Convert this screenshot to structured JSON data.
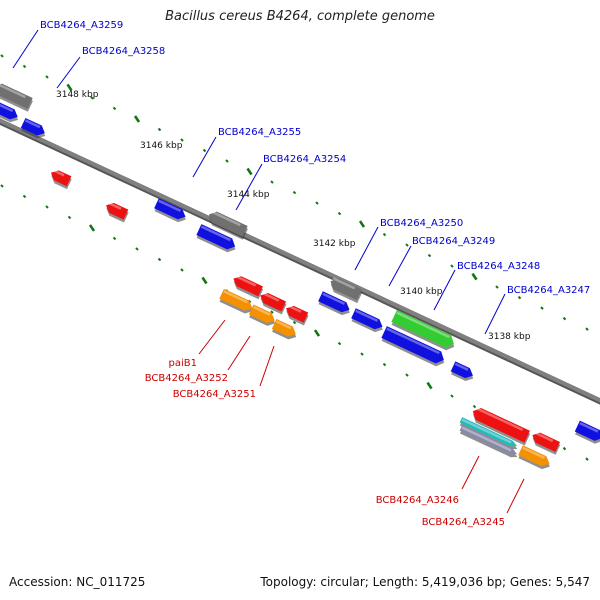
{
  "title": "Bacillus cereus B4264, complete genome",
  "footer": {
    "accession": "Accession: NC_011725",
    "summary": "Topology: circular; Length: 5,419,036 bp; Genes: 5,547"
  },
  "colors": {
    "backbone": "#808080",
    "forward_label": "#0000cc",
    "reverse_label": "#cc0000",
    "tick": "#117711",
    "gene_blue": "#1010e0",
    "gene_gray": "#707070",
    "gene_red": "#ee1111",
    "gene_orange": "#f59000",
    "gene_green": "#33cc33",
    "gene_cyan": "#22bbbb"
  },
  "scale_labels": [
    "3148 kbp",
    "3146 kbp",
    "3144 kbp",
    "3142 kbp",
    "3140 kbp",
    "3138 kbp"
  ],
  "gene_labels_forward": [
    "BCB4264_A3259",
    "BCB4264_A3258",
    "BCB4264_A3255",
    "BCB4264_A3254",
    "BCB4264_A3250",
    "BCB4264_A3249",
    "BCB4264_A3248",
    "BCB4264_A3247"
  ],
  "gene_labels_reverse": [
    "paiB1",
    "BCB4264_A3252",
    "BCB4264_A3251",
    "BCB4264_A3246",
    "BCB4264_A3245"
  ]
}
